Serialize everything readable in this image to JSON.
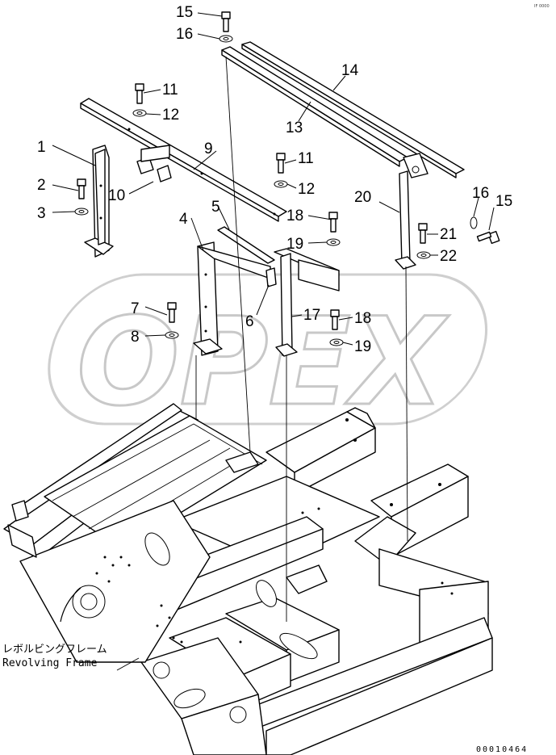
{
  "corner_mark": "IF 0000",
  "watermark": {
    "text": "OPEX"
  },
  "frame_caption": {
    "jp": "レボルビングフレーム",
    "en": "Revolving Frame"
  },
  "document_number": "00010464",
  "callouts": [
    "1",
    "2",
    "3",
    "4",
    "5",
    "6",
    "7",
    "8",
    "9",
    "10",
    "11",
    "12",
    "13",
    "14",
    "15",
    "16",
    "17",
    "18",
    "19",
    "20",
    "21",
    "22"
  ],
  "callout_2": {
    "c11b": "11",
    "c12b": "12",
    "c18b": "18",
    "c19b": "19",
    "c15b": "15",
    "c16b": "16"
  }
}
